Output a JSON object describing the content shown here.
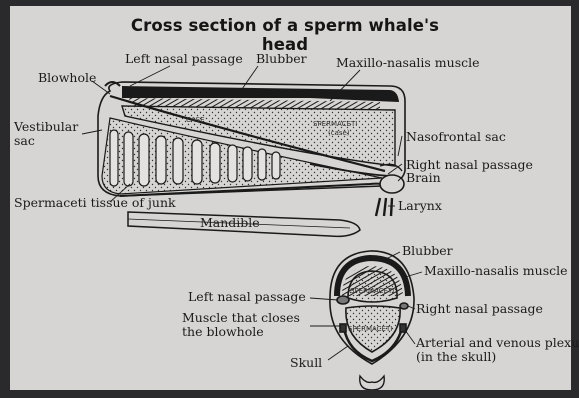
{
  "title": "Cross section of a sperm whale's head",
  "labels": {
    "left_nasal_passage": "Left nasal passage",
    "blubber": "Blubber",
    "maxillo_nasalis": "Maxillo-nasalis muscle",
    "blowhole": "Blowhole",
    "vestibular_sac_1": "Vestibular",
    "vestibular_sac_2": "sac",
    "nasofrontal_sac": "Nasofrontal sac",
    "right_nasal_passage": "Right nasal passage",
    "brain": "Brain",
    "spermaceti_junk": "Spermaceti tissue of junk",
    "larynx": "Larynx",
    "mandible": "Mandible",
    "case_inner": "CASE",
    "spermaceti_case_1": "SPERMACETI",
    "spermaceti_case_2": "(case)",
    "blubber_2": "Blubber",
    "maxillo_nasalis_2": "Maxillo-nasalis muscle",
    "left_nasal_passage_2": "Left nasal passage",
    "right_nasal_passage_2": "Right nasal passage",
    "muscle_blowhole_1": "Muscle that closes",
    "muscle_blowhole_2": "the blowhole",
    "arterial_1": "Arterial and venous plexus",
    "arterial_2": "(in the skull)",
    "skull": "Skull",
    "spermaceti_upper": "SPERMACETI",
    "spermaceti_lower": "SPERMACETI"
  },
  "colors": {
    "ink": "#1a1a1a",
    "paper": "#d7d5d4",
    "background": "#2a2a2d"
  }
}
